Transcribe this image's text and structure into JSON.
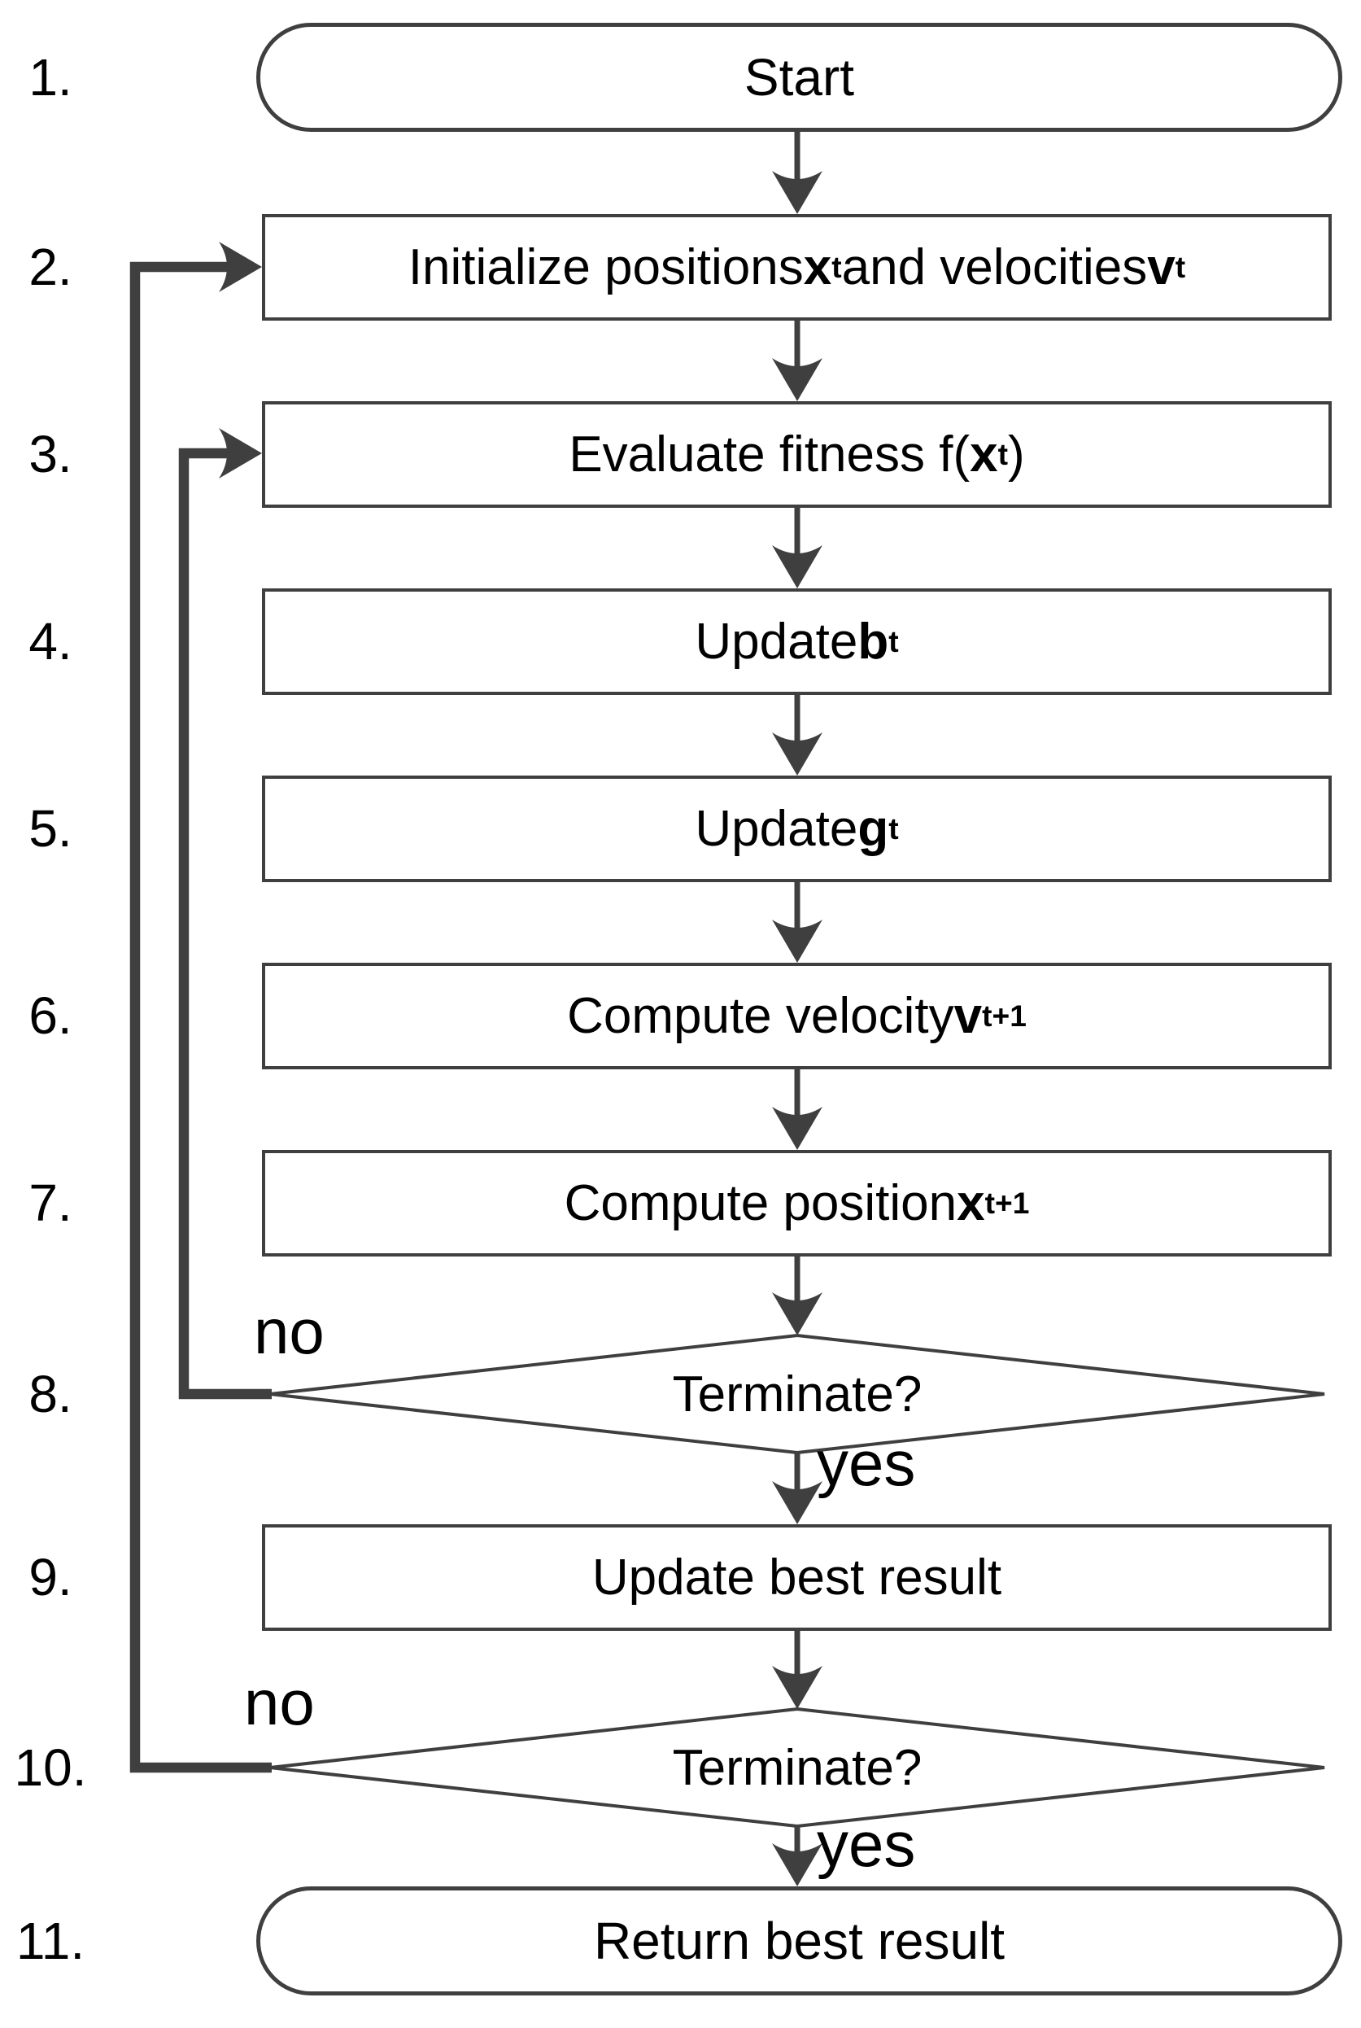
{
  "colors": {
    "stroke": "#3f3f3f",
    "text": "#000000",
    "background": "#ffffff"
  },
  "nodes": [
    {
      "num": "1.",
      "type": "stadium",
      "label": [
        {
          "t": "Start"
        }
      ]
    },
    {
      "num": "2.",
      "type": "rect",
      "label": [
        {
          "t": "Initialize positions "
        },
        {
          "t": "x",
          "b": 1
        },
        {
          "t": "t",
          "b": 1,
          "s": 1
        },
        {
          "t": " and velocities "
        },
        {
          "t": "v",
          "b": 1
        },
        {
          "t": "t",
          "b": 1,
          "s": 1
        }
      ]
    },
    {
      "num": "3.",
      "type": "rect",
      "label": [
        {
          "t": "Evaluate fitness f("
        },
        {
          "t": "x",
          "b": 1
        },
        {
          "t": "t",
          "b": 1,
          "s": 1
        },
        {
          "t": ")"
        }
      ]
    },
    {
      "num": "4.",
      "type": "rect",
      "label": [
        {
          "t": "Update "
        },
        {
          "t": "b",
          "b": 1
        },
        {
          "t": "t",
          "b": 1,
          "s": 1
        }
      ]
    },
    {
      "num": "5.",
      "type": "rect",
      "label": [
        {
          "t": "Update "
        },
        {
          "t": "g",
          "b": 1
        },
        {
          "t": "t",
          "b": 1,
          "s": 1
        }
      ]
    },
    {
      "num": "6.",
      "type": "rect",
      "label": [
        {
          "t": "Compute velocity "
        },
        {
          "t": "v",
          "b": 1
        },
        {
          "t": "t+1",
          "b": 1,
          "s": 1
        }
      ]
    },
    {
      "num": "7.",
      "type": "rect",
      "label": [
        {
          "t": "Compute position "
        },
        {
          "t": "x",
          "b": 1
        },
        {
          "t": "t+1",
          "b": 1,
          "s": 1
        }
      ]
    },
    {
      "num": "8.",
      "type": "diamond",
      "label": [
        {
          "t": "Terminate?"
        }
      ],
      "no": "no",
      "yes": "yes"
    },
    {
      "num": "9.",
      "type": "rect",
      "label": [
        {
          "t": "Update best result"
        }
      ]
    },
    {
      "num": "10.",
      "type": "diamond",
      "label": [
        {
          "t": "Terminate?"
        }
      ],
      "no": "no",
      "yes": "yes"
    },
    {
      "num": "11.",
      "type": "stadium",
      "label": [
        {
          "t": "Return best result"
        }
      ]
    }
  ]
}
